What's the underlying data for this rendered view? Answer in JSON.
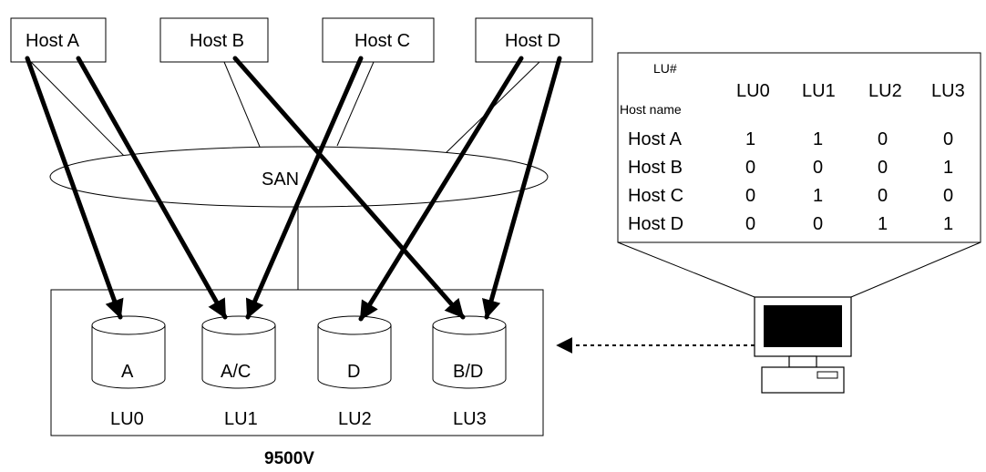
{
  "hosts": [
    {
      "label": "Host A"
    },
    {
      "label": "Host B"
    },
    {
      "label": "Host C"
    },
    {
      "label": "Host D"
    }
  ],
  "san_label": "SAN",
  "storage": {
    "name": "9500V",
    "lus": [
      {
        "content": "A",
        "label": "LU0"
      },
      {
        "content": "A/C",
        "label": "LU1"
      },
      {
        "content": "D",
        "label": "LU2"
      },
      {
        "content": "B/D",
        "label": "LU3"
      }
    ]
  },
  "mapping_table": {
    "corner_top": "LU#",
    "corner_bottom": "Host name",
    "columns": [
      "LU0",
      "LU1",
      "LU2",
      "LU3"
    ],
    "rows": [
      {
        "host": "Host A",
        "values": [
          "1",
          "1",
          "0",
          "0"
        ]
      },
      {
        "host": "Host B",
        "values": [
          "0",
          "0",
          "0",
          "1"
        ]
      },
      {
        "host": "Host C",
        "values": [
          "0",
          "1",
          "0",
          "0"
        ]
      },
      {
        "host": "Host D",
        "values": [
          "0",
          "0",
          "1",
          "1"
        ]
      }
    ]
  },
  "colors": {
    "line": "#000000",
    "screen": "#000000",
    "background": "#ffffff"
  }
}
